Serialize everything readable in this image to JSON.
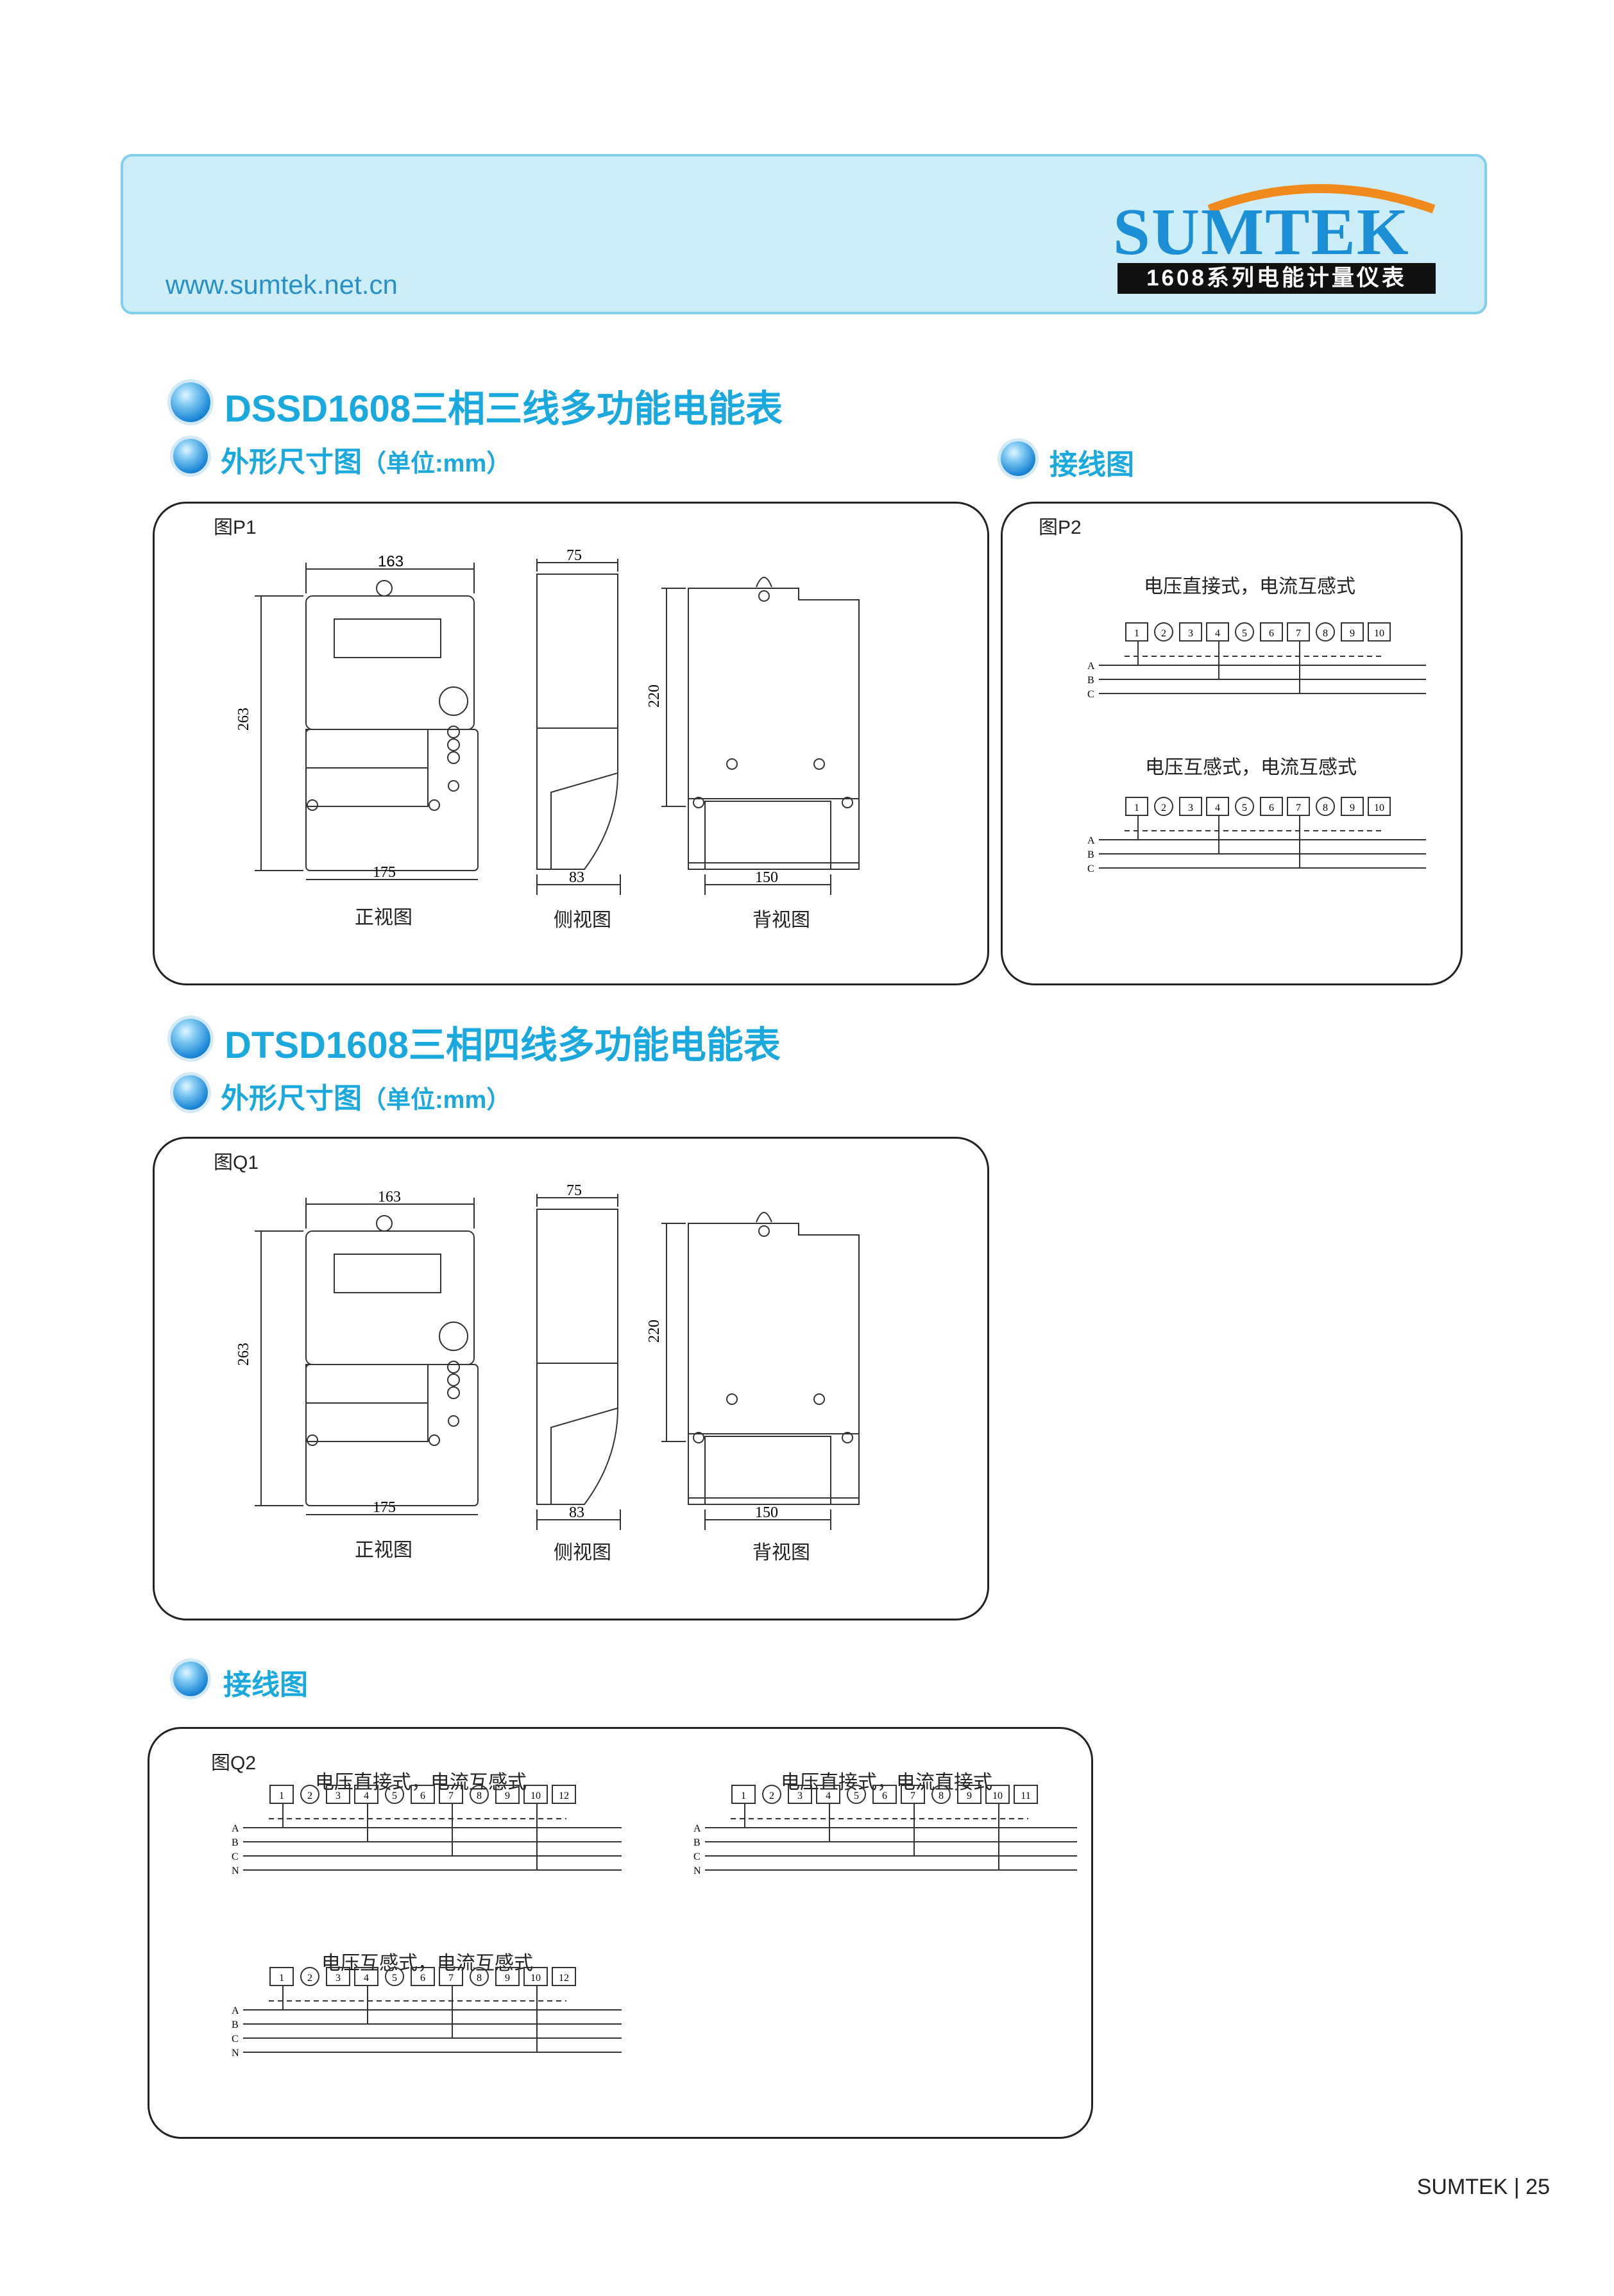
{
  "header": {
    "website": "www.sumtek.net.cn",
    "logo_text": "SUMTEK",
    "tagline": "1608系列电能计量仪表"
  },
  "section1": {
    "title": "DSSD1608三相三线多功能电能表",
    "dims_heading": "外形尺寸图",
    "dims_unit": "（单位:mm）",
    "wiring_heading": "接线图",
    "fig_dims": {
      "label": "图P1",
      "width_top": "163",
      "height": "263",
      "width_bottom": "175",
      "side_top": "75",
      "side_bottom": "83",
      "back_height": "220",
      "back_bottom": "150",
      "caption_front": "正视图",
      "caption_side": "侧视图",
      "caption_back": "背视图"
    },
    "fig_wiring": {
      "label": "图P2",
      "diagram1_title": "电压直接式，电流互感式",
      "diagram2_title": "电压互感式，电流互感式",
      "terminals": [
        "1",
        "2",
        "3",
        "4",
        "5",
        "6",
        "7",
        "8",
        "9",
        "10"
      ],
      "phases": [
        "A",
        "B",
        "C"
      ]
    }
  },
  "section2": {
    "title": "DTSD1608三相四线多功能电能表",
    "dims_heading": "外形尺寸图",
    "dims_unit": "（单位:mm）",
    "fig_dims": {
      "label": "图Q1",
      "width_top": "163",
      "height": "263",
      "width_bottom": "175",
      "side_top": "75",
      "side_bottom": "83",
      "back_height": "220",
      "back_bottom": "150",
      "caption_front": "正视图",
      "caption_side": "侧视图",
      "caption_back": "背视图"
    },
    "wiring_heading": "接线图",
    "fig_wiring": {
      "label": "图Q2",
      "diagram1_title": "电压直接式，电流互感式",
      "diagram2_title": "电压直接式，电流直接式",
      "diagram3_title": "电压互感式，电流互感式",
      "terminals12": [
        "1",
        "2",
        "3",
        "4",
        "5",
        "6",
        "7",
        "8",
        "9",
        "10",
        "12"
      ],
      "terminals11": [
        "1",
        "2",
        "3",
        "4",
        "5",
        "6",
        "7",
        "8",
        "9",
        "10",
        "11"
      ],
      "phases": [
        "A",
        "B",
        "C",
        "N"
      ]
    }
  },
  "footer": {
    "brand": "SUMTEK",
    "separator": "|",
    "page": "25"
  },
  "colors": {
    "heading": "#1aa9df",
    "header_bg": "#cdeef8",
    "logo_blue": "#1a8fd6",
    "logo_orange": "#f08a1c"
  }
}
